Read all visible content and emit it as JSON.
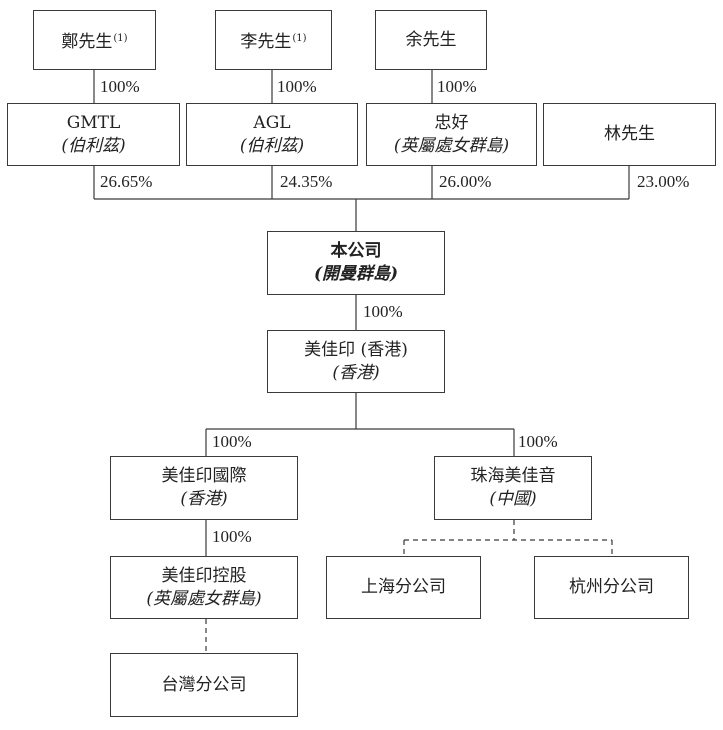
{
  "nodes": {
    "zheng": {
      "name": "鄭先生",
      "note": "(1)"
    },
    "li": {
      "name": "李先生",
      "note": "(1)"
    },
    "yu": {
      "name": "余先生"
    },
    "gmtl": {
      "name": "GMTL",
      "place": "(伯利茲)"
    },
    "agl": {
      "name": "AGL",
      "place": "(伯利茲)"
    },
    "zhonghao": {
      "name": "忠好",
      "place": "(英屬處女群島)"
    },
    "lin": {
      "name": "林先生"
    },
    "company": {
      "name": "本公司",
      "place": "(開曼群島)"
    },
    "meijia_hk": {
      "name": "美佳印 (香港)",
      "place": "(香港)"
    },
    "meijia_intl": {
      "name": "美佳印國際",
      "place": "(香港)"
    },
    "zhuhai": {
      "name": "珠海美佳音",
      "place": "(中國)"
    },
    "meijia_holding": {
      "name": "美佳印控股",
      "place": "(英屬處女群島)"
    },
    "shanghai": {
      "name": "上海分公司"
    },
    "hangzhou": {
      "name": "杭州分公司"
    },
    "taiwan": {
      "name": "台灣分公司"
    }
  },
  "percentages": {
    "zheng_gmtl": "100%",
    "li_agl": "100%",
    "yu_zhonghao": "100%",
    "gmtl_company": "26.65%",
    "agl_company": "24.35%",
    "zhonghao_company": "26.00%",
    "lin_company": "23.00%",
    "company_meijia_hk": "100%",
    "meijia_hk_intl": "100%",
    "meijia_hk_zhuhai": "100%",
    "intl_holding": "100%"
  },
  "colors": {
    "line": "#3a3a3a",
    "text": "#222222"
  }
}
